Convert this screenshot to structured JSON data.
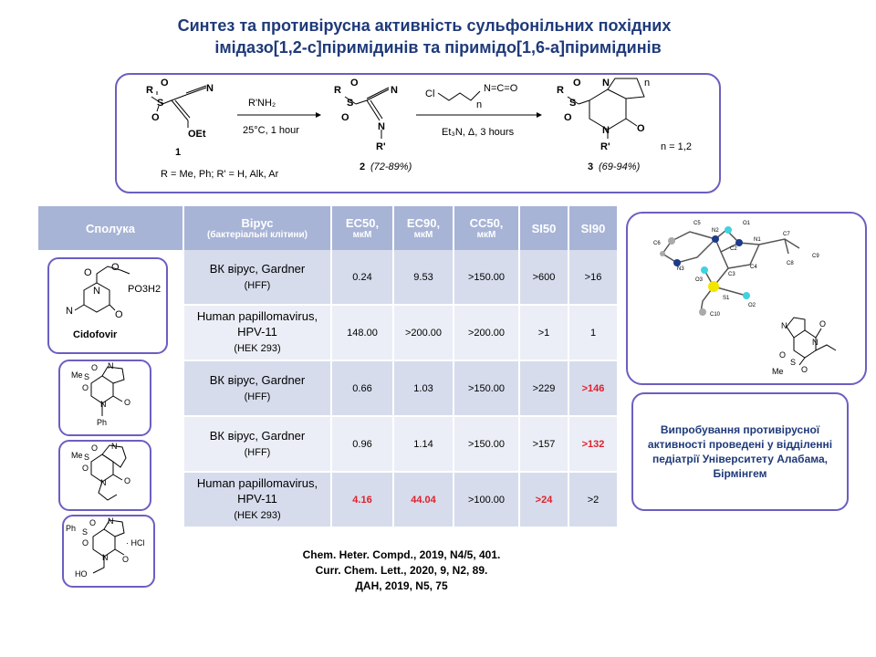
{
  "title": {
    "line1": "Синтез та противірусна активність сульфонільних похідних",
    "line2": "імідазо[1,2-c]піримідинів та піримідо[1,6-a]піримідинів"
  },
  "scheme": {
    "compound1": {
      "r": "R",
      "s": "S",
      "o_top": "O",
      "o_left": "O",
      "n": "N",
      "oet": "OEt",
      "number": "1"
    },
    "reagent1": "R'NH₂",
    "condition1": "25°C, 1 hour",
    "compound2": {
      "r": "R",
      "s": "S",
      "o_top": "O",
      "o_left": "O",
      "n": "N",
      "n2": "N",
      "rprime": "R'",
      "number": "2",
      "yield": "(72-89%)"
    },
    "reagent2": "Cl",
    "reagent2_n": "n",
    "reagent2_nco": "N=C=O",
    "condition2": "Et₃N, Δ, 3 hours",
    "compound3": {
      "r": "R",
      "s": "S",
      "o_top": "O",
      "o_left": "O",
      "n1": "N",
      "n2": "N",
      "o": "O",
      "rprime": "R'",
      "n_index": "n",
      "number": "3",
      "yield": "(69-94%)"
    },
    "n_values": "n = 1,2",
    "r_note": "R = Me, Ph;  R' = H, Alk, Ar"
  },
  "table": {
    "headers": [
      {
        "main": "Сполука",
        "sub": ""
      },
      {
        "main": "Вірус",
        "sub": "(бактеріальні клітини)"
      },
      {
        "main": "EC50,",
        "sub": "мкМ"
      },
      {
        "main": "EC90,",
        "sub": "мкМ"
      },
      {
        "main": "CC50,",
        "sub": "мкМ"
      },
      {
        "main": "SI50",
        "sub": ""
      },
      {
        "main": "SI90",
        "sub": ""
      }
    ],
    "rows": [
      {
        "virus": "ВК вірус, Gardner",
        "cells": "(HFF)",
        "ec50": "0.24",
        "ec90": "9.53",
        "cc50": ">150.00",
        "si50": ">600",
        "si90": ">16"
      },
      {
        "virus": "Human papillomavirus, HPV-11",
        "cells": "(HEK 293)",
        "ec50": "148.00",
        "ec90": ">200.00",
        "cc50": ">200.00",
        "si50": ">1",
        "si90": "1"
      },
      {
        "virus": "ВК вірус, Gardner",
        "cells": "(HFF)",
        "ec50": "0.66",
        "ec90": "1.03",
        "cc50": ">150.00",
        "si50": ">229",
        "si90": ">146"
      },
      {
        "virus": "ВК вірус, Gardner",
        "cells": "(HFF)",
        "ec50": "0.96",
        "ec90": "1.14",
        "cc50": ">150.00",
        "si50": ">157",
        "si90": ">132"
      },
      {
        "virus": "Human papillomavirus, HPV-11",
        "cells": "(HEK 293)",
        "ec50": "4.16",
        "ec90": "44.04",
        "cc50": ">100.00",
        "si50": ">24",
        "si90": ">2"
      }
    ]
  },
  "structures": {
    "cidofovir": {
      "name": "Cidofovir",
      "o1": "O",
      "o2": "O",
      "po3h2": "PO3H2",
      "n1": "N",
      "n2": "N",
      "o3": "O"
    },
    "s2": {
      "me": "Me",
      "s": "S",
      "o1": "O",
      "o2": "O",
      "n1": "N",
      "n2": "N",
      "o3": "O",
      "ph": "Ph"
    },
    "s3": {
      "me": "Me",
      "s": "S",
      "o1": "O",
      "o2": "O",
      "n1": "N",
      "n2": "N",
      "o3": "O"
    },
    "s4": {
      "ph": "Ph",
      "s": "S",
      "o1": "O",
      "o2": "O",
      "n1": "N",
      "n2": "N",
      "o3": "O",
      "hcl": "· HCl",
      "ho": "HO"
    }
  },
  "crystal": {
    "atoms": [
      "C5",
      "C6",
      "N3",
      "N2",
      "O1",
      "C2",
      "N1",
      "C7",
      "C9",
      "C8",
      "C4",
      "C3",
      "O3",
      "S1",
      "O2",
      "C10"
    ],
    "mini": {
      "n1": "N",
      "n2": "N",
      "o": "O",
      "s": "S",
      "o1": "O",
      "o2": "O",
      "me": "Me"
    }
  },
  "note": "Випробування противірусної активності проведені у відділенні педіатрії Університету Алабама, Бірмінгем",
  "references": [
    "Chem. Heter. Compd., 2019, N4/5, 401.",
    "Curr. Chem. Lett., 2020, 9, N2, 89.",
    "ДАН, 2019, N5, 75"
  ],
  "colors": {
    "title": "#1f3a7a",
    "box_border": "#6a5fc1",
    "header_bg": "#a7b4d6",
    "highlight": "#e0202a"
  }
}
